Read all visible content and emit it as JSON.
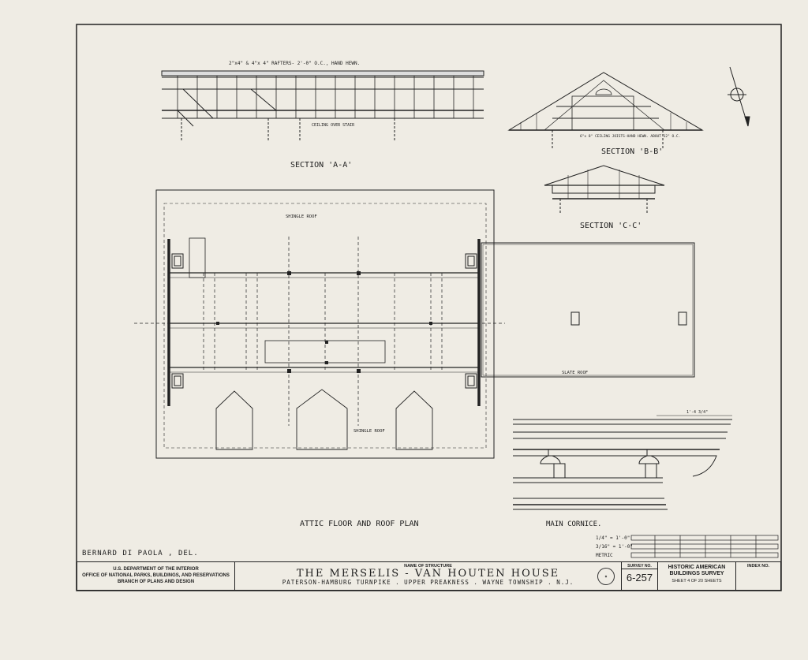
{
  "drawing": {
    "section_aa": "SECTION 'A-A'",
    "section_bb": "SECTION 'B-B'",
    "section_cc": "SECTION 'C-C'",
    "plan_title": "ATTIC FLOOR AND ROOF PLAN",
    "cornice_title": "MAIN CORNICE.",
    "shingle_roof": "SHINGLE ROOF",
    "slate_roof": "SLATE ROOF",
    "rafters_note": "2\"x4\" & 4\"x 4\" RAFTERS- 2'-0\" O.C., HAND HEWN.",
    "ceiling_note": "CEILING OVER STAIR",
    "joists_note": "6\"x 8\" CEILING JOISTS-HAND HEWN. ABOUT 12\" O.C.",
    "cornice_dim": "1'-4 3/4\"",
    "del": "BERNARD DI PAOLA , DEL.",
    "scale_1": "1/4\" = 1'-0\"",
    "scale_2": "3/16\" = 1'-0\"",
    "scale_metric": "METRIC"
  },
  "title_block": {
    "agency_1": "U.S. DEPARTMENT OF THE INTERIOR",
    "agency_2": "OFFICE OF NATIONAL PARKS, BUILDINGS, AND RESERVATIONS",
    "agency_3": "BRANCH OF PLANS AND DESIGN",
    "name_label": "NAME OF STRUCTURE",
    "structure_name": "THE MERSELIS - VAN HOUTEN HOUSE",
    "address": "PATERSON-HAMBURG TURNPIKE . UPPER PREAKNESS . WAYNE TOWNSHIP . N.J.",
    "survey_label": "SURVEY NO.",
    "survey_no": "6-257",
    "habs_1": "HISTORIC AMERICAN",
    "habs_2": "BUILDINGS SURVEY",
    "sheet": "SHEET 4 OF 20 SHEETS",
    "index_label": "INDEX NO."
  }
}
